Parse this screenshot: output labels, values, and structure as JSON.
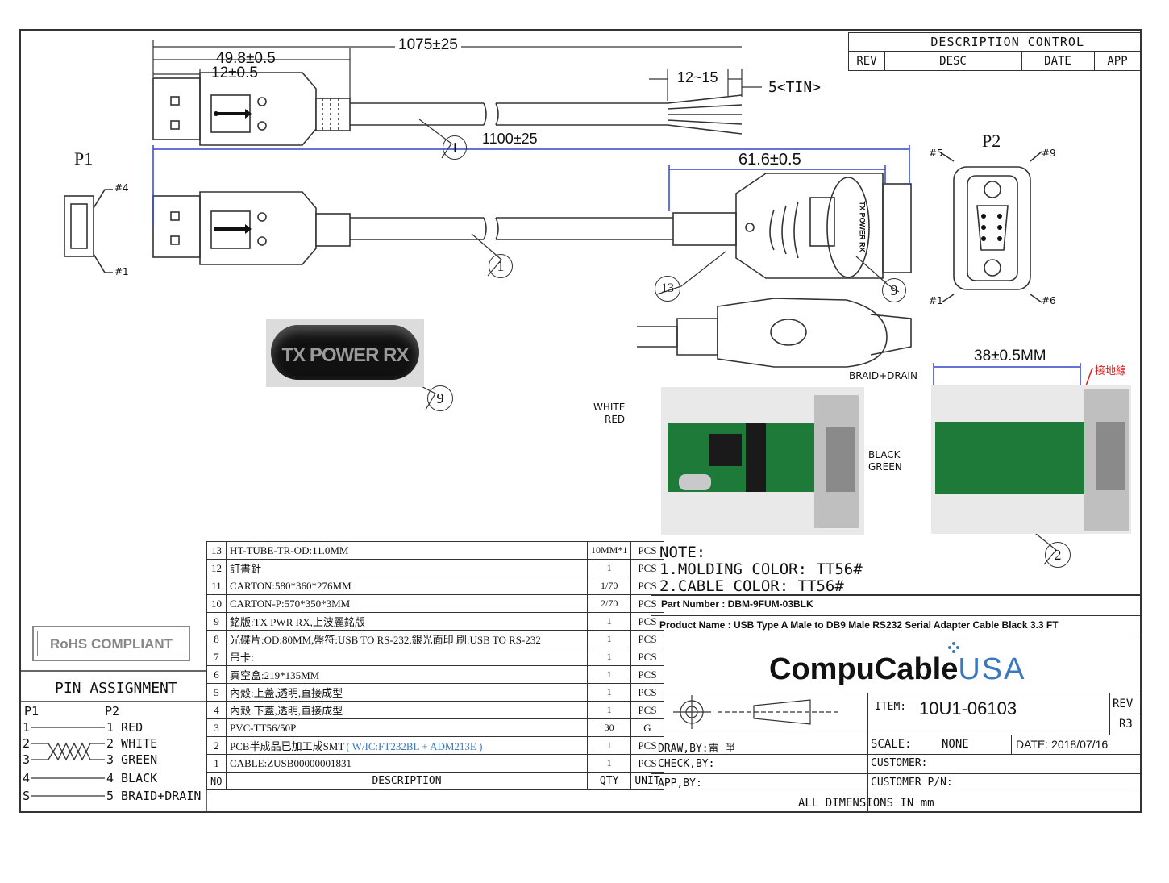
{
  "description_control": {
    "title": "DESCRIPTION CONTROL",
    "columns": [
      "REV",
      "DESC",
      "DATE",
      "APP"
    ]
  },
  "dimensions": {
    "overall": "1075±25",
    "plug_length": "49.8±0.5",
    "plug_tip": "12±0.5",
    "strip": "12~15",
    "tin": "5<TIN>",
    "cable_length": "1100±25",
    "db9_molding": "61.6±0.5",
    "pcb_width": "38±0.5MM"
  },
  "connectors": {
    "p1": "P1",
    "p2": "P2",
    "p1_pins": [
      "#4",
      "#1"
    ],
    "p2_pins": [
      "#5",
      "#9",
      "#1",
      "#6"
    ]
  },
  "callouts": {
    "cable": "1",
    "cable2": "1",
    "heatshrink": "13",
    "label": "9",
    "label2": "9",
    "pcb": "2"
  },
  "molding_text": "TX POWER RX",
  "wire_labels": {
    "white": "WHITE",
    "red": "RED",
    "black": "BLACK",
    "green": "GREEN",
    "braid": "BRAID+DRAIN",
    "ground_cn": "接地線"
  },
  "rohs": "RoHS COMPLIANT",
  "pin_assignment": {
    "title": "PIN ASSIGNMENT",
    "col_p1": "P1",
    "col_p2": "P2",
    "p1_pins": [
      "1",
      "2",
      "3",
      "4",
      "S"
    ],
    "p2_entries": [
      "1 RED",
      "2 WHITE",
      "3 GREEN",
      "4 BLACK",
      "5 BRAID+DRAIN"
    ]
  },
  "bom": {
    "rows": [
      {
        "no": "13",
        "desc": "HT-TUBE-TR-OD:11.0MM",
        "qty": "10MM*1",
        "unit": "PCS"
      },
      {
        "no": "12",
        "desc": "訂書針",
        "qty": "1",
        "unit": "PCS"
      },
      {
        "no": "11",
        "desc": "CARTON:580*360*276MM",
        "qty": "1/70",
        "unit": "PCS"
      },
      {
        "no": "10",
        "desc": "CARTON-P:570*350*3MM",
        "qty": "2/70",
        "unit": "PCS"
      },
      {
        "no": "9",
        "desc": "銘版:TX PWR RX,上波麗銘版",
        "qty": "1",
        "unit": "PCS"
      },
      {
        "no": "8",
        "desc": "光碟片:OD:80MM,盤符:USB TO RS-232,銀光面印 刷:USB TO RS-232",
        "qty": "1",
        "unit": "PCS"
      },
      {
        "no": "7",
        "desc": "吊卡:",
        "qty": "1",
        "unit": "PCS"
      },
      {
        "no": "6",
        "desc": "真空盒:219*135MM",
        "qty": "1",
        "unit": "PCS"
      },
      {
        "no": "5",
        "desc": "內殼:上蓋,透明,直接成型",
        "qty": "1",
        "unit": "PCS"
      },
      {
        "no": "4",
        "desc": "內殼:下蓋,透明,直接成型",
        "qty": "1",
        "unit": "PCS"
      },
      {
        "no": "3",
        "desc": "PVC-TT56/50P",
        "qty": "30",
        "unit": "G"
      },
      {
        "no": "2",
        "desc": "PCB半成品已加工成SMT",
        "desc_extra": "( W/IC:FT232BL + ADM213E )",
        "qty": "1",
        "unit": "PCS"
      },
      {
        "no": "1",
        "desc": "CABLE:ZUSB00000001831",
        "qty": "1",
        "unit": "PCS"
      }
    ],
    "header": {
      "no": "NO",
      "desc": "DESCRIPTION",
      "qty": "QTY",
      "unit": "UNIT"
    }
  },
  "notes": {
    "title": "NOTE:",
    "line1": "1.MOLDING  COLOR: TT56#",
    "line2": "2.CABLE  COLOR: TT56#"
  },
  "part_number": "Part Number : DBM-9FUM-03BLK",
  "product_name": "Product Name : USB Type A Male to DB9 Male RS232 Serial Adapter Cable Black 3.3 FT",
  "brand": {
    "part1": "CompuCable",
    "part2": "USA"
  },
  "title_block": {
    "item_label": "ITEM:",
    "item_value": "10U1-06103",
    "rev_label": "REV",
    "rev_value": "R3",
    "draw_by": "DRAW,BY:雷 爭",
    "scale_label": "SCALE:",
    "scale_value": "NONE",
    "date": "DATE: 2018/07/16",
    "check_by": "CHECK,BY:",
    "customer": "CUSTOMER:",
    "app_by": "APP,BY:",
    "customer_pn": "CUSTOMER P/N:",
    "dimensions_note": "ALL  DIMENSIONS  IN  mm"
  },
  "colors": {
    "line": "#333333",
    "dim_blue": "#3344cc",
    "brand_blue": "#3a78c0",
    "red_mark": "#e01a1a",
    "pcb_green": "#1d7a38"
  }
}
